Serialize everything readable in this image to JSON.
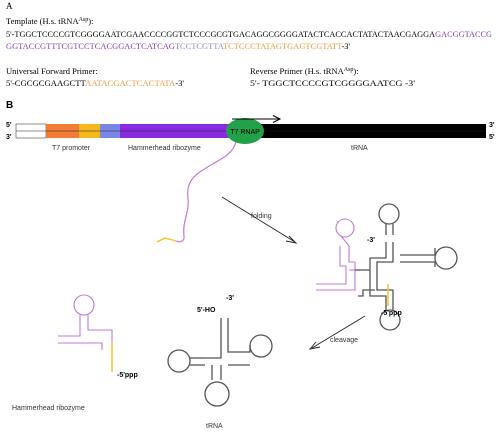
{
  "panel_a": {
    "label": "A",
    "template_label": "Template (H.s. tRNA",
    "template_sup": "Asp",
    "template_label_end": "):",
    "template_line1": {
      "prefix": "5'-",
      "black": "TGGCTCCCCGTCGGGGAATCGAACCCCGGTCTCCCGCGTGACAGGCGGGGATACTCACCACTATACTAACGAGGA",
      "purple": "GACGGTACCG"
    },
    "template_line2": {
      "purple": "GGTACCGTTTCGTCCTCACGGACTCATCAG",
      "lavender": "TCCTCGTTA",
      "orange": "TCTCCCTATAGTGAGTCGTATT",
      "suffix": "-3'"
    },
    "forward_label": "Universal Forward Primer:",
    "forward_seq": {
      "prefix": "5'-",
      "black": "CGCGCGAAGCTT",
      "orange": "AATACGACTCACTATA",
      "suffix": "-3'"
    },
    "reverse_label": "Reverse Primer (H.s. tRNA",
    "reverse_sup": "Asp",
    "reverse_label_end": "):",
    "reverse_seq": "5'- TGGCTCCCCGTCGGGGAATCG -3'"
  },
  "panel_b": {
    "label": "B",
    "five_prime": "5'",
    "three_prime": "3'",
    "rnap_label": "T7 RNAP",
    "seg_t7": "T7 promoter",
    "seg_hh": "Hammerhead ribozyme",
    "seg_trna": "tRNA",
    "folding": "folding",
    "cleavage": "cleavage",
    "end_3": "-3'",
    "end_5ppp": "-5'ppp",
    "end_5ho": "5'-HO",
    "bottom_hh": "Hammerhead ribozyme",
    "bottom_trna": "tRNA"
  },
  "colors": {
    "orange_seg": "#f27b35",
    "yellow_seg": "#f4b81c",
    "blue_seg": "#7a86e6",
    "purple_seg": "#8a2be2",
    "black_seg": "#000000",
    "rnap_green": "#22a14b",
    "purple_text": "#8a3fb3",
    "lavender_text": "#9a8ac8",
    "orange_text": "#f09a3e",
    "hh_strand": "#c07ad6",
    "linker": "#f2c21f",
    "trna_strand": "#555555"
  }
}
